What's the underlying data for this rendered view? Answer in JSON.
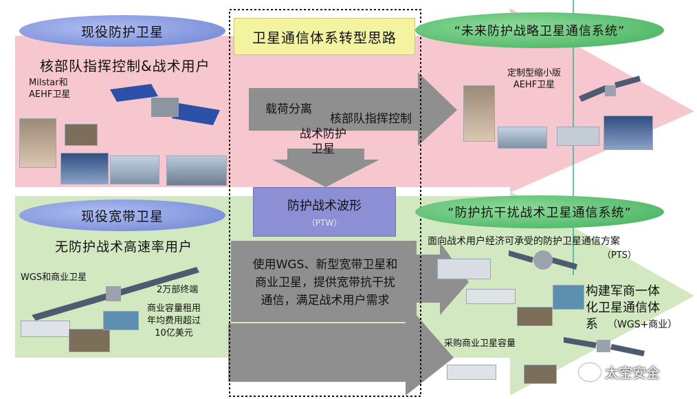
{
  "center_title": "卫星通信体系转型思路",
  "left_top": {
    "badge": "现役防护卫星",
    "subtitle": "核部队指挥控制&战术用户",
    "sat_label_line1": "Milstar和",
    "sat_label_line2": "AEHF卫星"
  },
  "left_bottom": {
    "badge": "现役宽带卫星",
    "subtitle": "无防护战术高速率用户",
    "sat_label": "WGS和商业卫星",
    "terminals": "2万部终端",
    "cost_line1": "商业容量租用",
    "cost_line2": "年均费用超过",
    "cost_line3": "10亿美元"
  },
  "center": {
    "payload_split": "载荷分离",
    "nuclear_c2": "核部队指挥控制",
    "tactical_line1": "战术防护",
    "tactical_line2": "卫星",
    "ptw_line1": "防护战术波形",
    "ptw_line2": "（PTW）",
    "wgs_line1": "使用WGS、新型宽带卫星和",
    "wgs_line2": "商业卫星，提供宽带抗干扰",
    "wgs_line3": "通信，满足战术用户需求"
  },
  "right_top": {
    "badge": "“未来防护战略卫星通信系统”",
    "sat_label_line1": "定制型缩小版",
    "sat_label_line2": "AEHF卫星"
  },
  "right_bottom": {
    "badge": "“防护抗干扰战术卫星通信系统”",
    "scheme": "面向战术用户经济可承受的防护卫星通信方案",
    "pts": "（PTS）",
    "integrated_line1": "构建军商一体",
    "integrated_line2": "化卫星通信体",
    "integrated_line3": "系",
    "integrated_wgs": "（WGS+商业）",
    "buy_commercial": "采购商业卫星容量"
  },
  "watermark": "太空安全",
  "colors": {
    "pink": "#f6c7cf",
    "green": "#cfe7bd",
    "blue_oval": "#6d83d0",
    "green_oval": "#3fae5a",
    "gray_arrow": "#8f8f8f",
    "yellow_box": "#f3f3a0",
    "purple_box": "#8d8fd4"
  }
}
